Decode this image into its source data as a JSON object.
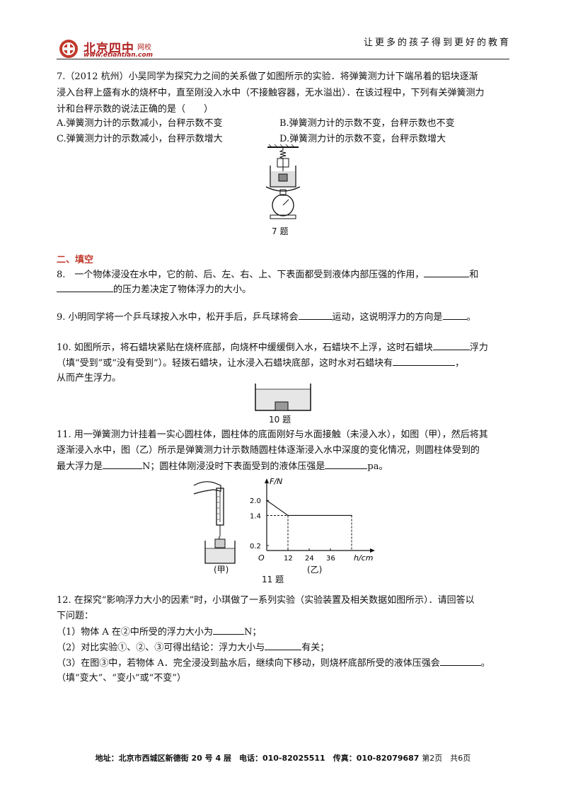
{
  "header": {
    "slogan": "让更多的孩子得到更好的教育",
    "logo_name": "北京四中",
    "logo_sub": "网校",
    "logo_url": "www.etiantian.com"
  },
  "q7": {
    "line1": "7.（2012 杭州）小吴同学为探究力之间的关系做了如图所示的实验．将弹簧测力计下端吊着的铝块逐渐",
    "line2": "浸入台秤上盛有水的烧杯中，直至刚没入水中（不接触容器，无水溢出）．在该过程中，下列有关弹簧测力",
    "line3": "计和台秤示数的说法正确的是（　　）",
    "optA": "A.弹簧测力计的示数减小，台秤示数不变",
    "optB": "B.弹簧测力计的示数不变，台秤示数也不变",
    "optC": "C.弹簧测力计的示数减小，台秤示数增大",
    "optD": "D.弹簧测力计的示数不变，台秤示数增大",
    "caption": "7 题"
  },
  "section2": {
    "title": "二、填空"
  },
  "q8": {
    "line1a": "8.　一个物体浸没在水中，它的前、后、左、右、上、下表面都受到液体内部压强的作用，",
    "line1b": "和",
    "line2": "的压力差决定了物体浮力的大小。"
  },
  "q9": {
    "a": "9. 小明同学将一个乒乓球按入水中，松开手后，乒乓球将会",
    "b": "运动，这说明浮力的方向是",
    "c": "。"
  },
  "q10": {
    "line1a": "10. 如图所示，将石蜡块紧贴在烧杯底部，向烧杯中缓缓倒入水，石蜡块不上浮，这时石蜡块",
    "line1b": "浮力",
    "line2a": "（填“受到”或“没有受到”）。轻拨石蜡块，让水浸入石蜡块底部，这时水对石蜡块有",
    "line2b": "，",
    "line3": "从而产生浮力。",
    "caption": "10 题"
  },
  "q11": {
    "line1": "11. 用一弹簧测力计挂着一实心圆柱体，圆柱体的底面刚好与水面接触（未浸入水），如图（甲），然后将其",
    "line2": "逐渐浸入水中，图（乙）所示是弹簧测力计示数随圆柱体逐渐浸入水中深度的变化情况，则圆柱体受到的",
    "line3a": "最大浮力是",
    "line3b": "N；圆柱体刚浸没时下表面受到的液体压强是",
    "line3c": "pa。",
    "fig_jia": "(甲)",
    "fig_yi": "(乙)",
    "caption": "11 题"
  },
  "chart_data": {
    "type": "line",
    "x": [
      0,
      12,
      48
    ],
    "y": [
      2.0,
      1.4,
      1.4
    ],
    "xlabel": "h/cm",
    "ylabel": "F/N",
    "origin_label": "O",
    "xticks": [
      "12",
      "24",
      "36"
    ],
    "yticks": [
      "2.0",
      "1.4",
      "0.2"
    ],
    "xlim": [
      0,
      60
    ],
    "ylim": [
      0,
      2.6
    ]
  },
  "q12": {
    "line1": "12. 在探究“影响浮力大小的因素”时，小琪做了一系列实验（实验装置及相关数据如图所示）．请回答以",
    "line2": "下问题：",
    "p1a": "（1）物体 A 在②中所受的浮力大小为",
    "p1b": "N；",
    "p2a": "（2）对比实验①、②、③可得出结论：浮力大小与",
    "p2b": "有关；",
    "p3a": "（3）在图③中，若物体 A．完全浸没到盐水后，继续向下移动，则烧杯底部所受的液体压强会",
    "p3b": "。",
    "p4": "（填“变大”、“变小”或“不变”）"
  },
  "footer": {
    "address": "地址：北京市西城区新德街 20 号 4 层　电话：010-82025511　传真：010-82079687",
    "page": "第2页　共6页"
  }
}
